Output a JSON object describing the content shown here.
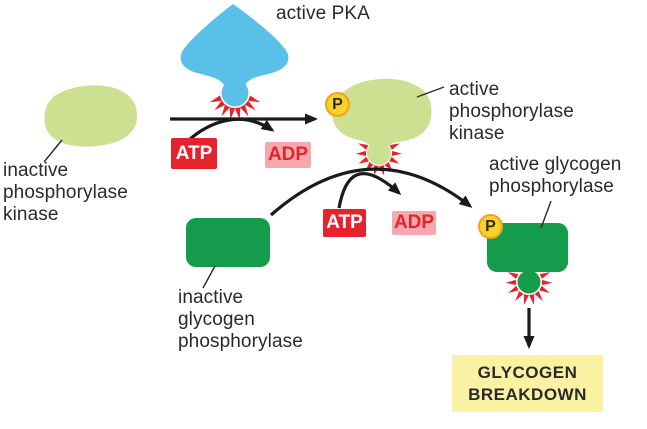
{
  "labels": {
    "active_pka": "active PKA",
    "inactive_phosphorylase_kinase": "inactive\nphosphorylase\nkinase",
    "active_phosphorylase_kinase": "active\nphosphorylase\nkinase",
    "inactive_glycogen_phosphorylase": "inactive\nglycogen\nphosphorylase",
    "active_glycogen_phosphorylase": "active glycogen\nphosphorylase"
  },
  "molecules": {
    "atp": "ATP",
    "adp": "ADP",
    "phosphate": "P"
  },
  "result": {
    "glycogen_breakdown": "GLYCOGEN\nBREAKDOWN"
  },
  "palette": {
    "pka_blue": "#5bc0e8",
    "kinase_light_green": "#cde092",
    "phosphorylase_dark_green": "#149c4c",
    "atp_red": "#e5232d",
    "adp_pink": "#f5a9ae",
    "phosphate_yellow": "#fdd02a",
    "phosphate_border_orange": "#eda41c",
    "activation_spark_red": "#e5232d",
    "breakdown_box_yellow": "#f8f2a2",
    "text_dark": "#2b2a29",
    "arrow_black": "#1a1a1a"
  }
}
